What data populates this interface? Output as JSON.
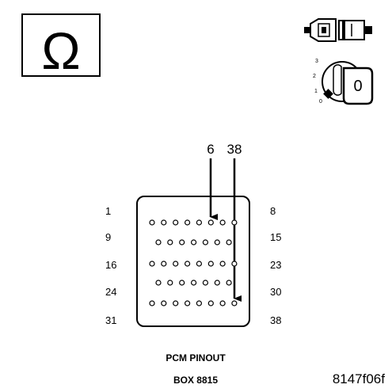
{
  "meter_icon": {
    "symbol": "Ω"
  },
  "key_switch": {
    "positions": [
      "3",
      "2",
      "1",
      "0"
    ],
    "key_label": "0"
  },
  "connector": {
    "callouts": [
      "6",
      "38"
    ],
    "row_labels_left": [
      "1",
      "9",
      "16",
      "24",
      "31"
    ],
    "row_labels_right": [
      "8",
      "15",
      "23",
      "30",
      "38"
    ]
  },
  "caption": {
    "line1": "PCM PINOUT",
    "line2": "BOX 8815"
  },
  "figure_id": "8147f06f"
}
